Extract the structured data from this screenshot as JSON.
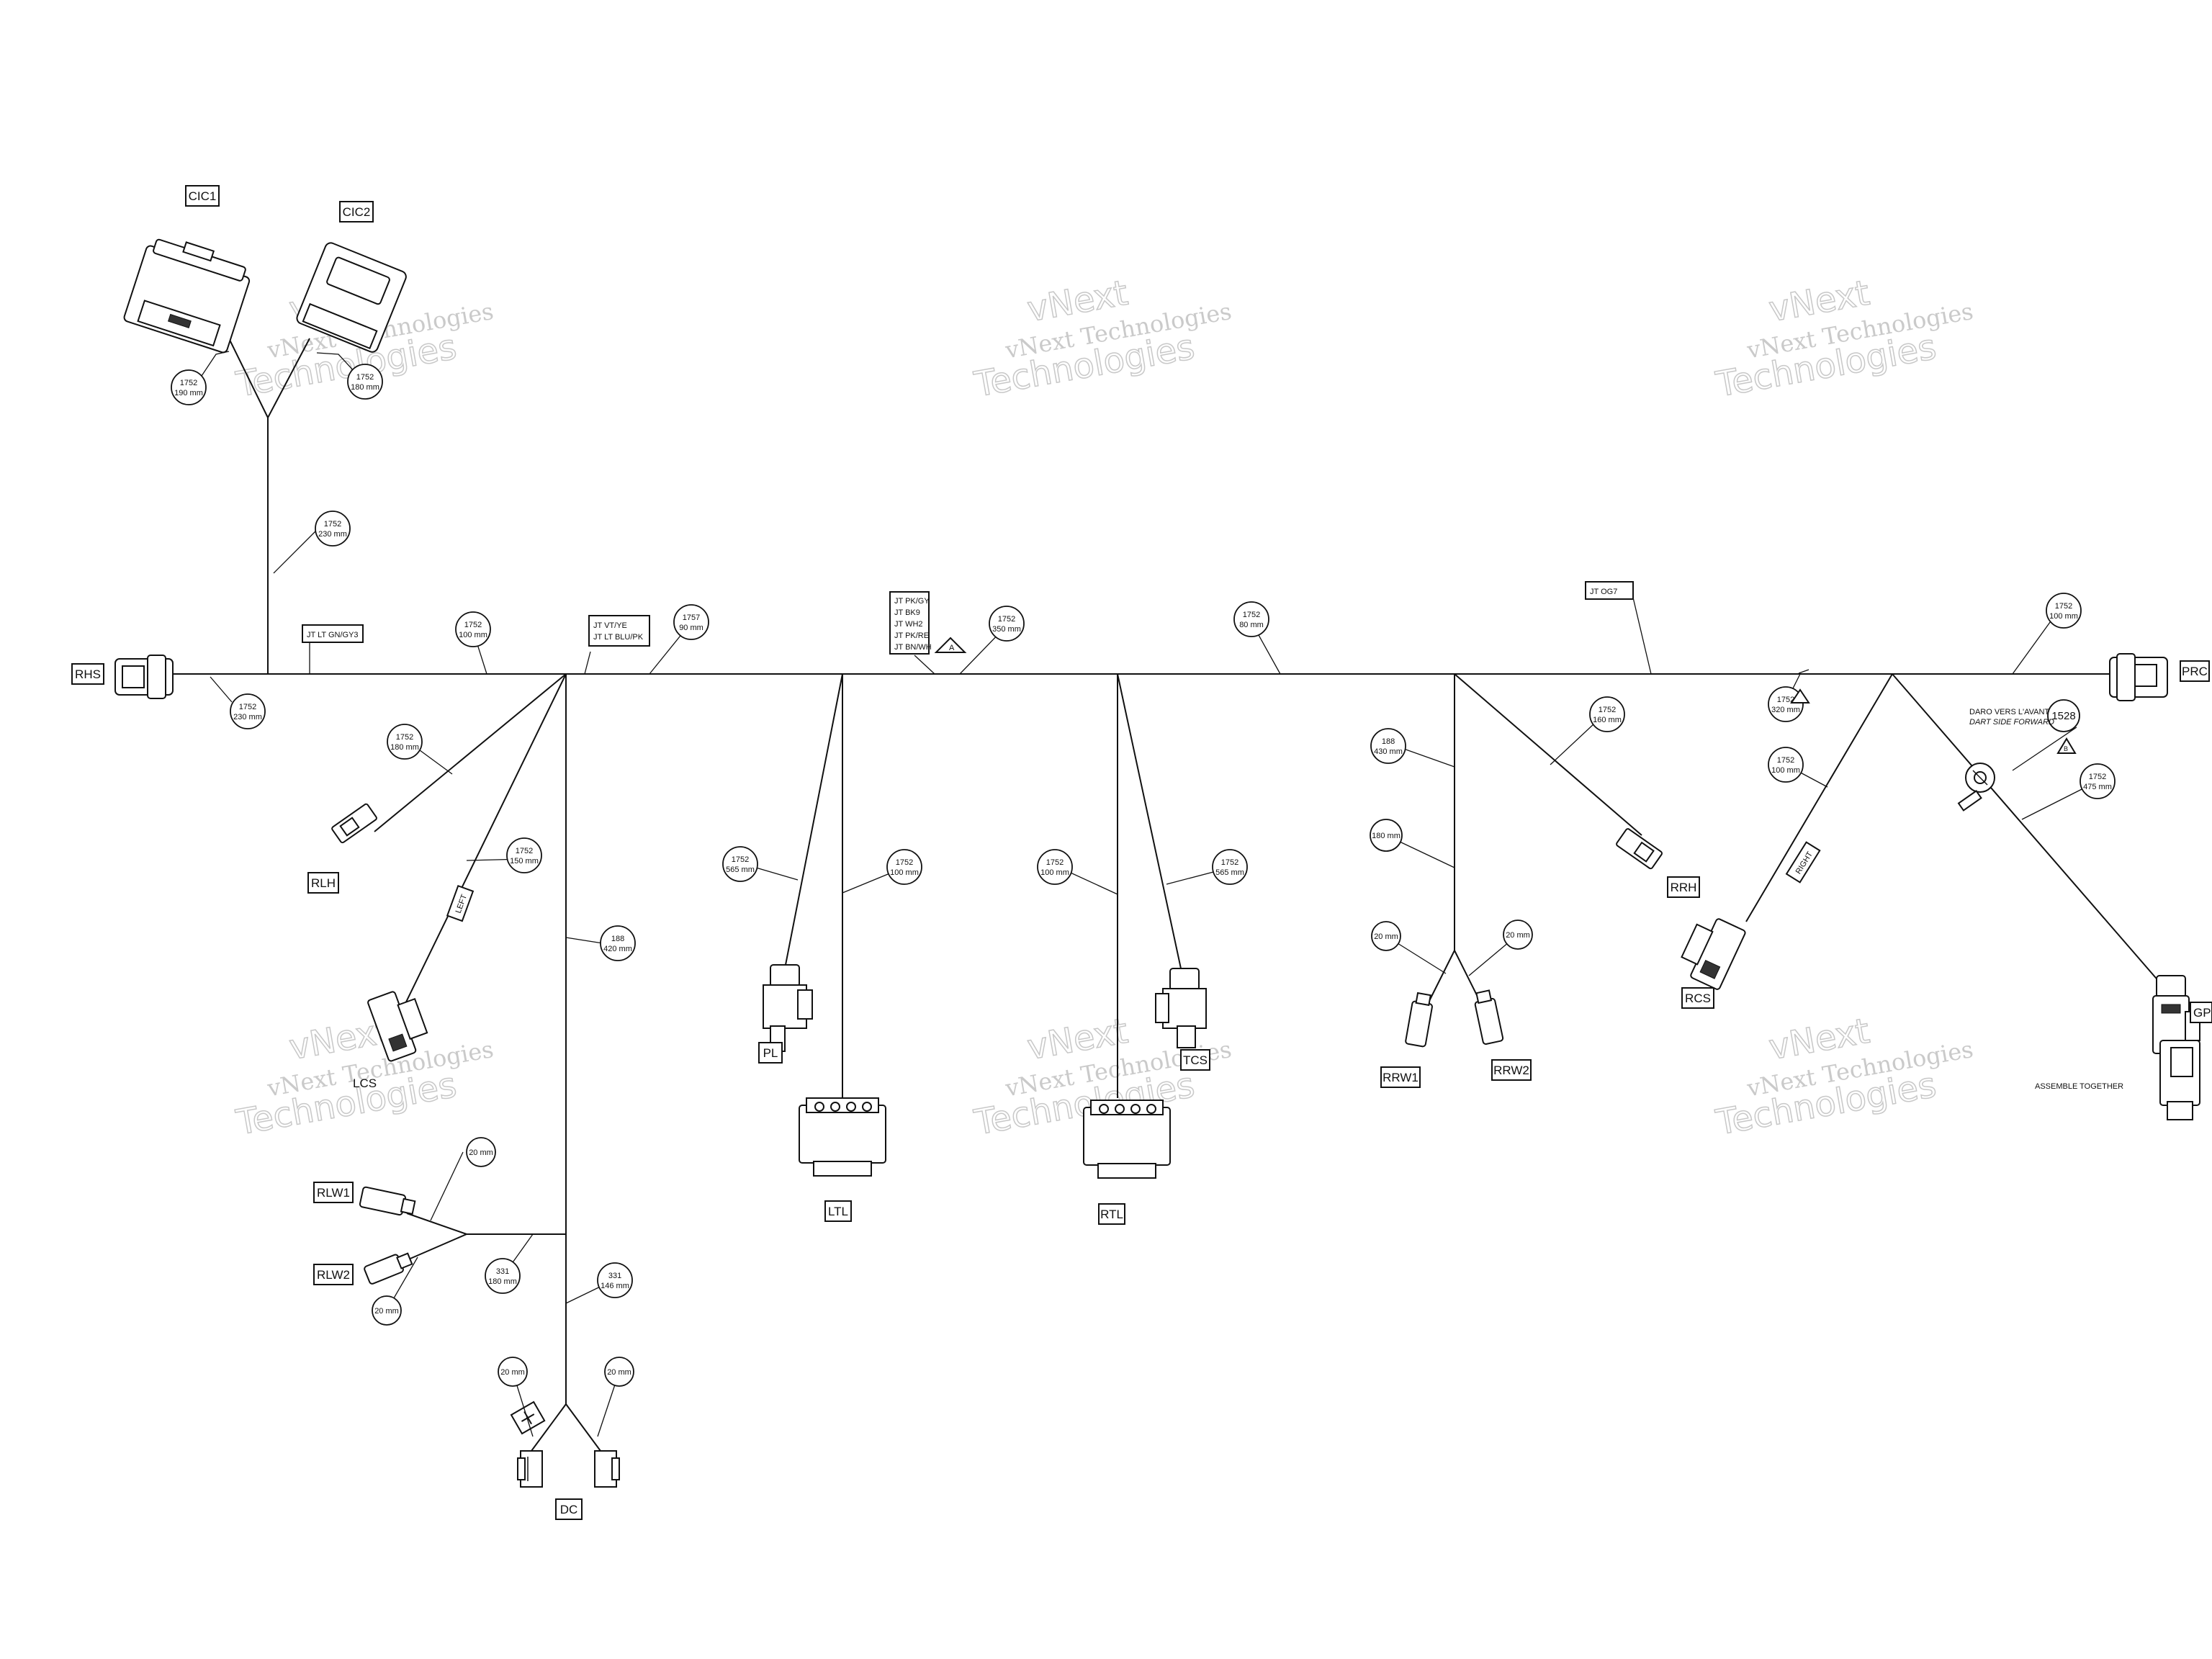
{
  "watermark": {
    "brand": "vNext",
    "line1": "vNext Technologies",
    "line2": "Technologies"
  },
  "connectors": {
    "CIC1": "CIC1",
    "CIC2": "CIC2",
    "RHS": "RHS",
    "PRC": "PRC",
    "RLH": "RLH",
    "LCS": "LCS",
    "RLW1": "RLW1",
    "RLW2": "RLW2",
    "DC": "DC",
    "PL": "PL",
    "LTL": "LTL",
    "TCS": "TCS",
    "RTL": "RTL",
    "RRW1": "RRW1",
    "RRW2": "RRW2",
    "RRH": "RRH",
    "RCS": "RCS",
    "GP": "GP"
  },
  "junction_labels": {
    "jt_lt_gn_gy": "JT LT GN/GY3",
    "jt_vt_ye": "JT VT/YE",
    "jt_lt_blu_pk": "JT LT BLU/PK",
    "jt_og": "JT OG7",
    "jt_stack": [
      "JT PK/GY",
      "JT BK9",
      "JT WH2",
      "JT PK/RE",
      "JT BN/WH"
    ]
  },
  "callouts": {
    "c1": [
      "1752",
      "190 mm"
    ],
    "c2": [
      "1752",
      "180 mm"
    ],
    "c3": [
      "1752",
      "230 mm"
    ],
    "c4": [
      "1752",
      "230 mm"
    ],
    "c5": [
      "1752",
      "100 mm"
    ],
    "c6": [
      "1757",
      "90 mm"
    ],
    "c7": [
      "1752",
      "350 mm"
    ],
    "c8": [
      "1752",
      "80 mm"
    ],
    "c9": [
      "1752",
      "100 mm"
    ],
    "c10": [
      "1752",
      "180 mm"
    ],
    "c11": [
      "1752",
      "150 mm"
    ],
    "c12": [
      "188",
      "420 mm"
    ],
    "c13": [
      "1752",
      "565 mm"
    ],
    "c14": [
      "1752",
      "100 mm"
    ],
    "c15": [
      "1752",
      "100 mm"
    ],
    "c16": [
      "1752",
      "565 mm"
    ],
    "c17": [
      "188",
      "430 mm"
    ],
    "c18": [
      "1752",
      "160 mm"
    ],
    "c19": [
      "180 mm"
    ],
    "c20": [
      "20 mm"
    ],
    "c21": [
      "20 mm"
    ],
    "c22": [
      "1752",
      "320 mm"
    ],
    "c23": [
      "1752",
      "100 mm"
    ],
    "c24": [
      "1752",
      "475 mm"
    ],
    "c25": [
      "20 mm"
    ],
    "c26": [
      "20 mm"
    ],
    "c27": [
      "331",
      "180 mm"
    ],
    "c28": [
      "331",
      "146 mm"
    ],
    "c29": [
      "20 mm"
    ],
    "c30": [
      "20 mm"
    ],
    "c31": [
      "1528"
    ]
  },
  "notes": {
    "left": "LEFT",
    "right": "RIGHT",
    "daro": "DARO VERS L'AVANT",
    "dart": "DART SIDE FORWARD",
    "assemble": "ASSEMBLE TOGETHER",
    "tri_a": "A",
    "tri_b": "B"
  }
}
